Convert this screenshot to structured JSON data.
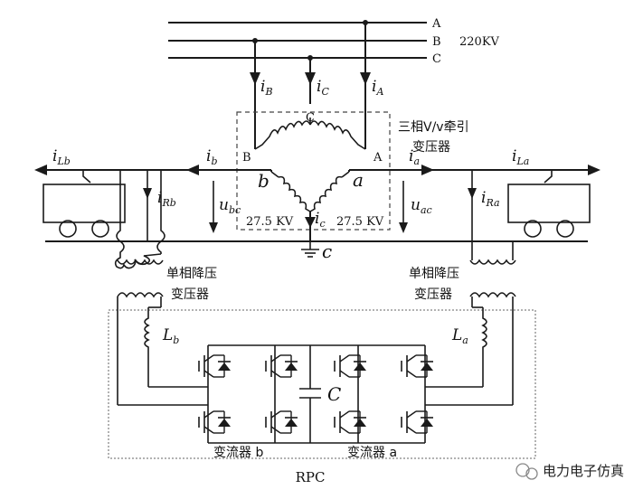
{
  "bus": {
    "phases": [
      "A",
      "B",
      "C"
    ],
    "voltage": "220KV"
  },
  "currents": {
    "iB": {
      "main": "i",
      "sub": "B"
    },
    "iC": {
      "main": "i",
      "sub": "C"
    },
    "iA": {
      "main": "i",
      "sub": "A"
    },
    "ib": {
      "main": "i",
      "sub": "b"
    },
    "ia": {
      "main": "i",
      "sub": "a"
    },
    "iLb": {
      "main": "i",
      "sub": "Lb"
    },
    "iLa": {
      "main": "i",
      "sub": "La"
    },
    "iRb": {
      "main": "i",
      "sub": "Rb"
    },
    "iRa": {
      "main": "i",
      "sub": "Ra"
    },
    "ic": {
      "main": "i",
      "sub": "c"
    }
  },
  "voltages": {
    "ubc": {
      "main": "u",
      "sub": "bc"
    },
    "uac": {
      "main": "u",
      "sub": "ac"
    }
  },
  "transformer": {
    "name_line1": "三相V/v牵引",
    "name_line2": "变压器",
    "terminal_C": "C",
    "terminal_B": "B",
    "terminal_A": "A",
    "terminal_b": "b",
    "terminal_a": "a",
    "terminal_c": "c",
    "voltage_left": "27.5 KV",
    "voltage_right": "27.5 KV"
  },
  "stepdown": {
    "left_line1": "单相降压",
    "left_line2": "变压器",
    "right_line1": "单相降压",
    "right_line2": "变压器"
  },
  "rpc": {
    "label": "RPC",
    "inductor_b": {
      "main": "L",
      "sub": "b"
    },
    "inductor_a": {
      "main": "L",
      "sub": "a"
    },
    "capacitor": "C",
    "converter_b": "变流器 b",
    "converter_a": "变流器 a"
  },
  "watermark": "电力电子仿真"
}
